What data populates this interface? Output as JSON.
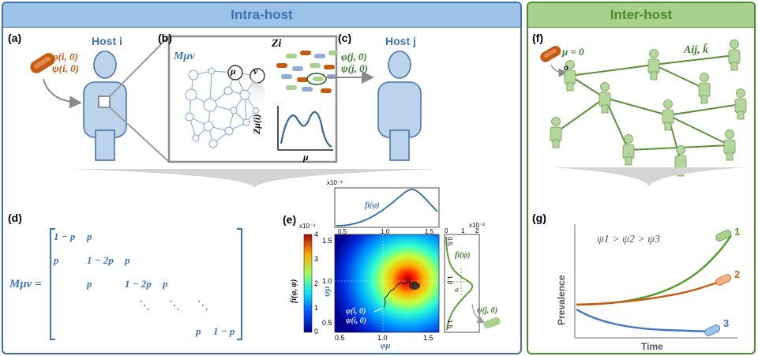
{
  "intra_host": {
    "title": "Intra-host",
    "panel_labels": {
      "a": "(a)",
      "b": "(b)",
      "c": "(c)",
      "d": "(d)",
      "e": "(e)"
    },
    "host_i": "Host i",
    "host_j": "Host j",
    "a_phi": "φ(i, 0)",
    "a_psi": "ψ(i, 0)",
    "network_label": "Mμν",
    "node_mu": "μ",
    "node_nu": "ν",
    "Z_label": "Zi",
    "z_ylabel": "Zμ(i)",
    "z_xlabel": "μ",
    "c_phi": "φ(j, 0)",
    "c_psi": "ψ(j, 0)",
    "matrix": {
      "lhs": "Mμν =",
      "rows": [
        [
          "1 − p",
          "p"
        ],
        [
          "p",
          "1 − 2p",
          "p"
        ],
        [
          "p",
          "1 − 2p",
          "p"
        ],
        [
          "⋱",
          "⋱",
          "⋱"
        ],
        [
          "p",
          "1 − p"
        ]
      ]
    },
    "heatmap": {
      "colorbar_exponent": "x10⁻⁴",
      "colorbar_ticks": [
        "4",
        "3",
        "2",
        "1",
        "0"
      ],
      "colorbar_label": "fi(φ, ψ)",
      "x_ticks": [
        "0.5",
        "1.0",
        "1.5"
      ],
      "y_ticks": [
        "1.5",
        "1.0",
        "0.5"
      ],
      "xlabel": "φμ",
      "ylabel": "ψμ",
      "start_phi": "φ(i, 0)",
      "start_psi": "ψ(i, 0)",
      "top_exponent": "x10⁻²",
      "top_ticks": [
        "0.5",
        "1.0",
        "1.5"
      ],
      "top_label": "fi(φ)",
      "right_exponent": "x10⁻²",
      "right_ticks_top": [
        "0",
        "1",
        "2"
      ],
      "right_ticks_side": [
        "0.5",
        "1.0",
        "1.5"
      ],
      "right_label": "fi(ψ)",
      "sigma": "σ",
      "end_label": "ψ(j, 0)"
    }
  },
  "inter_host": {
    "title": "Inter-host",
    "panel_labels": {
      "f": "(f)",
      "g": "(g)"
    },
    "mu_zero": "μ = 0",
    "origin": "o",
    "adjacency": "Aij, k̄",
    "inequality": "ψ1 > ψ2 > ψ3",
    "ylabel": "Prevalence",
    "xlabel": "Time",
    "curves": [
      {
        "label": "1",
        "color": "#4e9a2a"
      },
      {
        "label": "2",
        "color": "#c55a11"
      },
      {
        "label": "3",
        "color": "#4472c4"
      }
    ]
  },
  "colors": {
    "intra_border": "#3e6fa6",
    "inter_border": "#4c8a2c",
    "host_fill": "#bcd3ec",
    "inter_person": "#b5d69c"
  }
}
